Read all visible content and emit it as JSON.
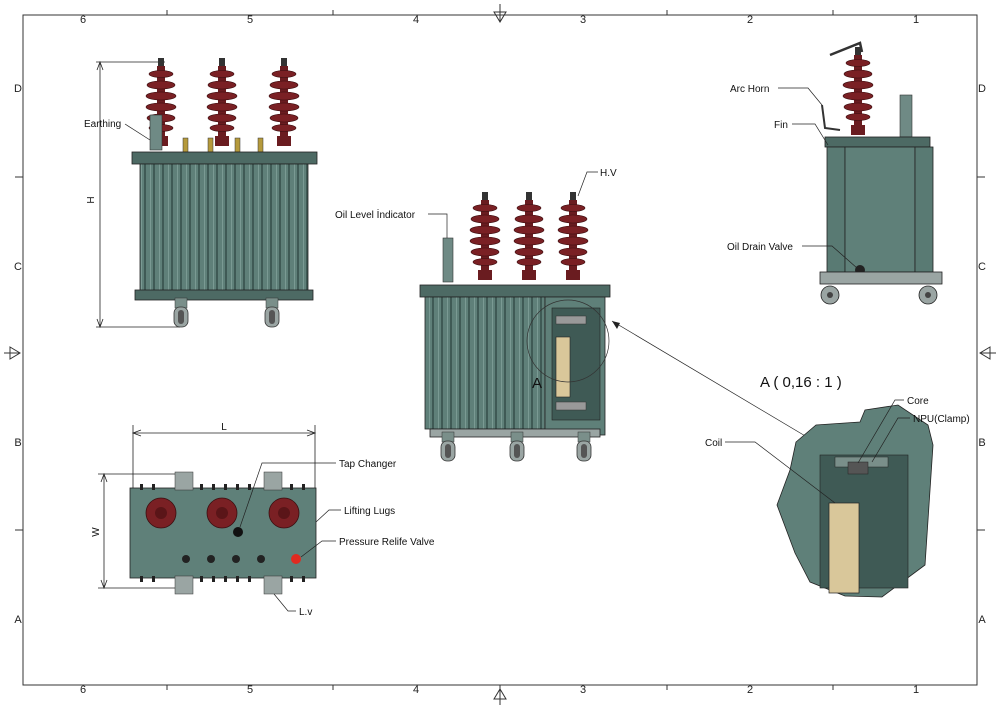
{
  "drawing": {
    "zones_top": [
      "6",
      "5",
      "4",
      "3",
      "2",
      "1"
    ],
    "zones_bottom": [
      "6",
      "5",
      "4",
      "3",
      "2",
      "1"
    ],
    "zones_left": [
      "D",
      "C",
      "B",
      "A"
    ],
    "zones_right": [
      "D",
      "C",
      "B",
      "A"
    ],
    "colors": {
      "tank": "#5f8079",
      "tank_dark": "#3f5a55",
      "bushing": "#7a2024",
      "coil": "#d9c79a",
      "line": "#222222"
    }
  },
  "views": {
    "front": {
      "earthing": "Earthing",
      "height_dim": "H"
    },
    "side": {
      "arc_horn": "Arc Horn",
      "fin": "Fin",
      "oil_drain": "Oil Drain Valve"
    },
    "iso": {
      "oil_level": "Oil Level İndicator",
      "hv": "H.V",
      "section_mark": "A"
    },
    "top": {
      "length_dim": "L",
      "width_dim": "W",
      "tap_changer": "Tap Changer",
      "lifting_lugs": "Lifting Lugs",
      "pressure_valve": "Pressure Relife Valve",
      "lv": "L.v"
    },
    "detail": {
      "title": "A ( 0,16 : 1 )",
      "core": "Core",
      "npu": "NPU(Clamp)",
      "coil": "Coil"
    }
  }
}
